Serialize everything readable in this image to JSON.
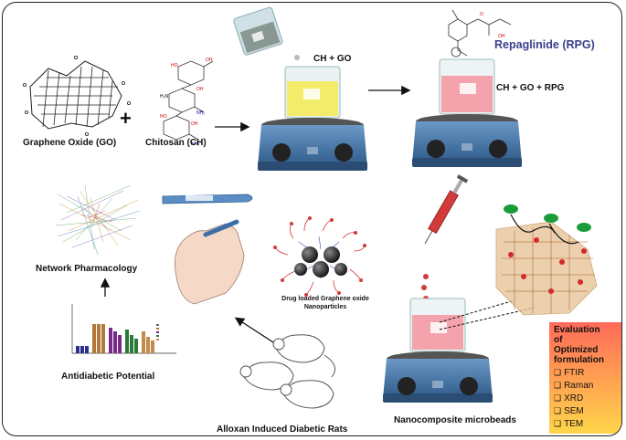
{
  "labels": {
    "graphene_oxide": "Graphene Oxide (GO)",
    "chitosan": "Chitosan (CH)",
    "ch_go": "CH + GO",
    "repaglinide": "Repaglinide (RPG)",
    "ch_go_rpg": "CH + GO + RPG",
    "network_pharmacology": "Network Pharmacology",
    "antidiabetic_potential": "Antidiabetic Potential",
    "drug_loaded_np": "Drug loaded Graphene oxide\nNanoparticles",
    "alloxan_rats": "Alloxan Induced Diabetic Rats",
    "nanocomposite_microbeads": "Nanocomposite microbeads",
    "plus": "+"
  },
  "evaluation": {
    "title": "Evaluation\nof\nOptimized\nformulation",
    "items": [
      "FTIR",
      "Raman",
      "XRD",
      "SEM",
      "TEM"
    ]
  },
  "colors": {
    "accent_red": "#d42a2a",
    "hotplate_blue": "#4a78a8",
    "solution_yellow": "#f2ec6a",
    "solution_pink": "#f4a3ad",
    "eval_gradient_top": "#ff6a5a",
    "eval_gradient_bottom": "#ffd54a"
  }
}
